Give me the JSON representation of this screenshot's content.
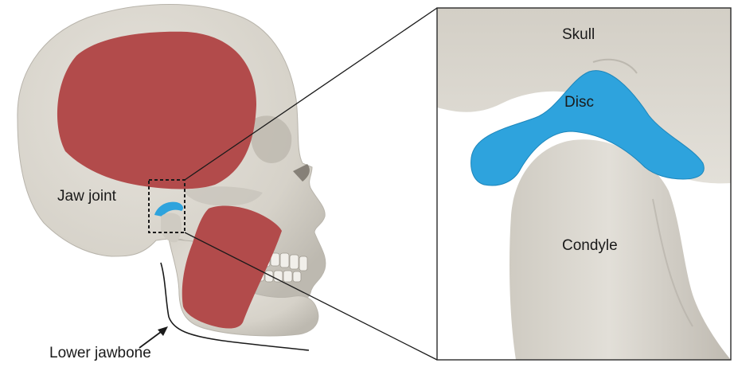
{
  "labels": {
    "jaw_joint": "Jaw joint",
    "lower_jawbone": "Lower jawbone",
    "skull": "Skull",
    "disc": "Disc",
    "condyle": "Condyle"
  },
  "colors": {
    "bone": "#dedbd3",
    "bone_shadow": "#bdb9b0",
    "muscle": "#b24b4b",
    "disc": "#2ea3dd",
    "outline": "#2b2b2b",
    "background": "#ffffff"
  }
}
